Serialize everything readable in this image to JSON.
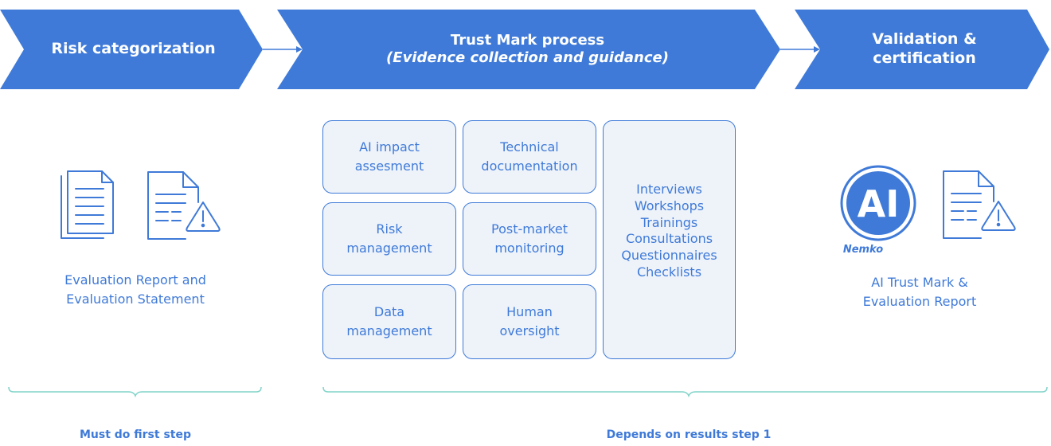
{
  "stages": {
    "risk": {
      "title": "Risk categorization"
    },
    "trust": {
      "title": "Trust Mark process",
      "subtitle": "(Evidence collection and guidance)"
    },
    "validation": {
      "line1": "Validation &",
      "line2": "certification"
    }
  },
  "left": {
    "caption_line1": "Evaluation Report and",
    "caption_line2": "Evaluation Statement"
  },
  "grid": {
    "ai_impact": [
      "AI impact",
      "assesment"
    ],
    "technical": [
      "Technical",
      "documentation"
    ],
    "risk_mgmt": [
      "Risk",
      "management"
    ],
    "post_market": [
      "Post-market",
      "monitoring"
    ],
    "data_mgmt": [
      "Data",
      "management"
    ],
    "human": [
      "Human",
      "oversight"
    ],
    "activities": [
      "Interviews",
      "Workshops",
      "Trainings",
      "Consultations",
      "Questionnaires",
      "Checklists"
    ]
  },
  "right": {
    "logo_letters": "AI",
    "logo_brand": "Nemko",
    "caption_line1": "AI Trust Mark &",
    "caption_line2": "Evaluation Report"
  },
  "footer": {
    "left": "Must do first step",
    "right": "Depends on results step 1"
  },
  "colors": {
    "primary": "#3f7ad8",
    "box_fill": "#eef3fa",
    "bracket": "#7fd3c9"
  },
  "icons": [
    "documents-icon",
    "document-warning-icon",
    "nemko-ai-logo",
    "document-warning-icon"
  ]
}
